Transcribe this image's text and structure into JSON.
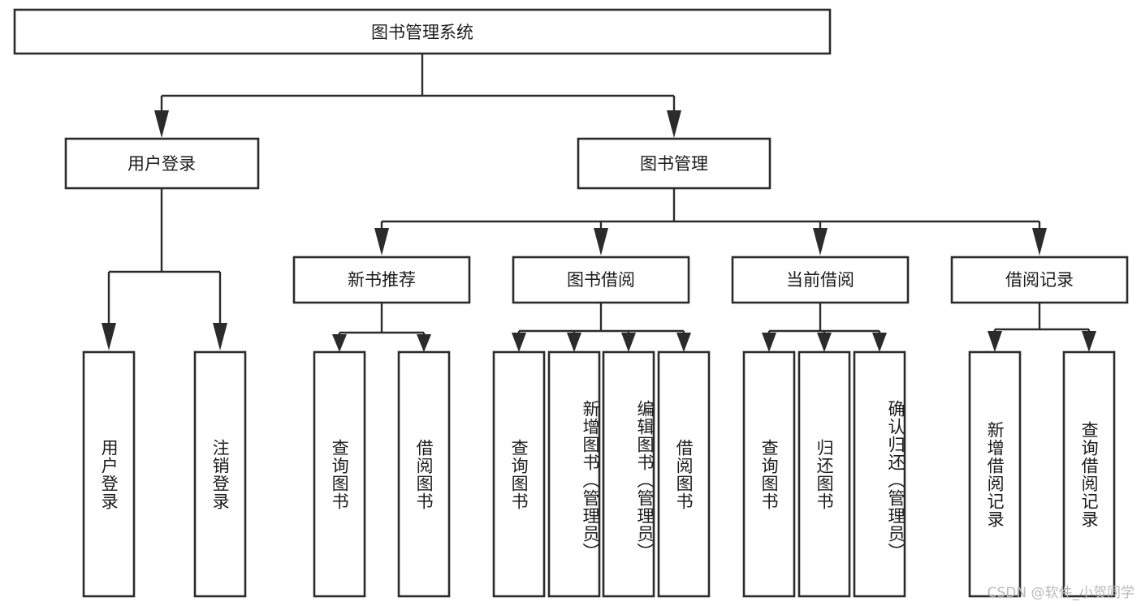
{
  "diagram": {
    "type": "tree-hierarchy",
    "title": "图书管理系统",
    "watermark": "CSDN @软件_小贺同学",
    "colors": {
      "background": "#ffffff",
      "box_stroke": "#2b2b2b",
      "box_fill": "#ffffff",
      "text": "#1b1b1b",
      "watermark": "#b9b9b9"
    },
    "root": {
      "label": "图书管理系统"
    },
    "level2": [
      {
        "label": "用户登录"
      },
      {
        "label": "图书管理"
      }
    ],
    "level3": [
      {
        "label": "新书推荐"
      },
      {
        "label": "图书借阅"
      },
      {
        "label": "当前借阅"
      },
      {
        "label": "借阅记录"
      }
    ],
    "leaves": {
      "user_login": [
        {
          "label": "用户登录"
        },
        {
          "label": "注销登录"
        }
      ],
      "new_book_recommend": [
        {
          "label": "查询图书"
        },
        {
          "label": "借阅图书"
        }
      ],
      "book_borrow": [
        {
          "label": "查询图书"
        },
        {
          "label": "新增图书（管理员）"
        },
        {
          "label": "编辑图书（管理员）"
        },
        {
          "label": "借阅图书"
        }
      ],
      "current_borrow": [
        {
          "label": "查询图书"
        },
        {
          "label": "归还图书"
        },
        {
          "label": "确认归还（管理员）"
        }
      ],
      "borrow_record": [
        {
          "label": "新增借阅记录"
        },
        {
          "label": "查询借阅记录"
        }
      ]
    }
  }
}
